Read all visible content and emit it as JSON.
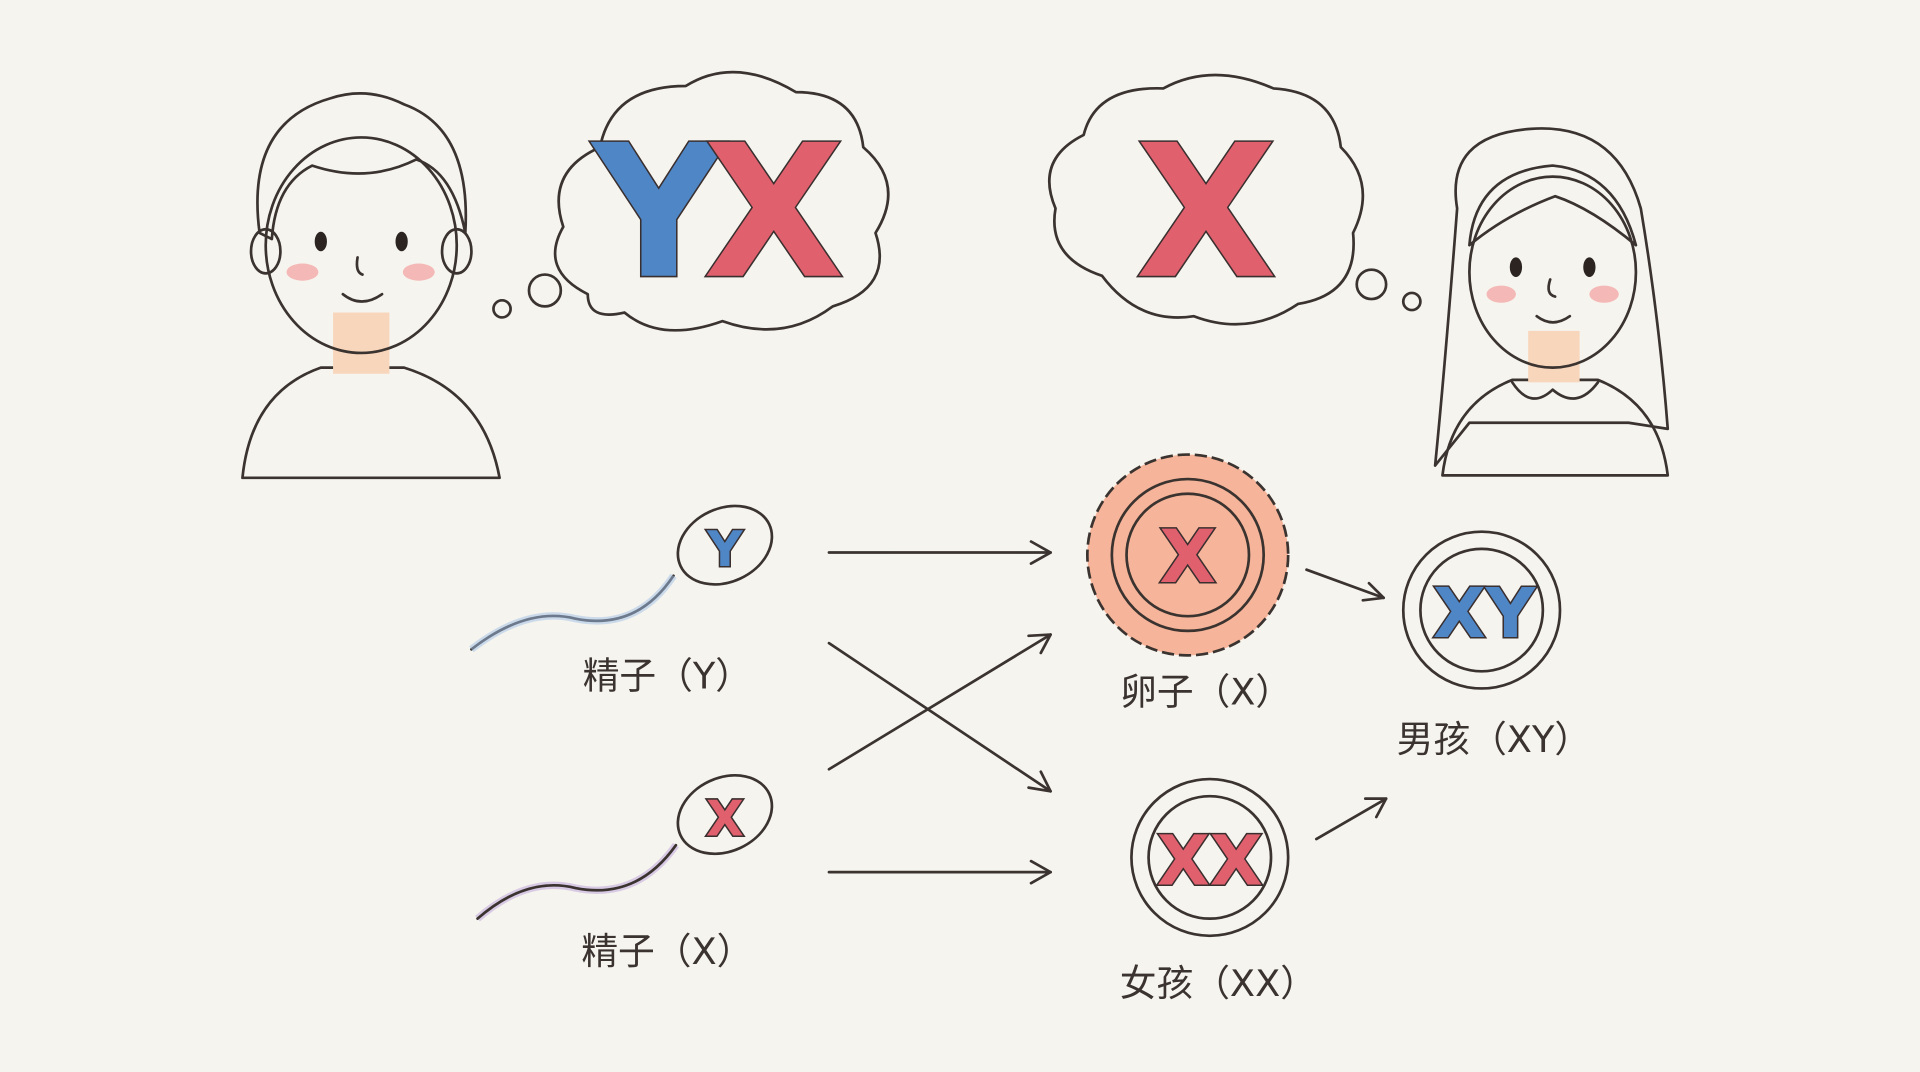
{
  "thoughts": {
    "father": [
      "Y",
      "X"
    ],
    "mother": [
      "X"
    ]
  },
  "gametes": {
    "sperm_y": {
      "letter": "Y",
      "label": "精子（Y）"
    },
    "sperm_x": {
      "letter": "X",
      "label": "精子（X）"
    },
    "egg": {
      "letter": "X",
      "label": "卵子（X）"
    }
  },
  "offspring": {
    "boy": {
      "letters": "XY",
      "label": "男孩（XY）"
    },
    "girl": {
      "letters": "XX",
      "label": "女孩（XX）"
    }
  },
  "colors": {
    "y_chromosome": "#4f86c6",
    "x_chromosome": "#e0606e",
    "background": "#f6f4ee"
  }
}
